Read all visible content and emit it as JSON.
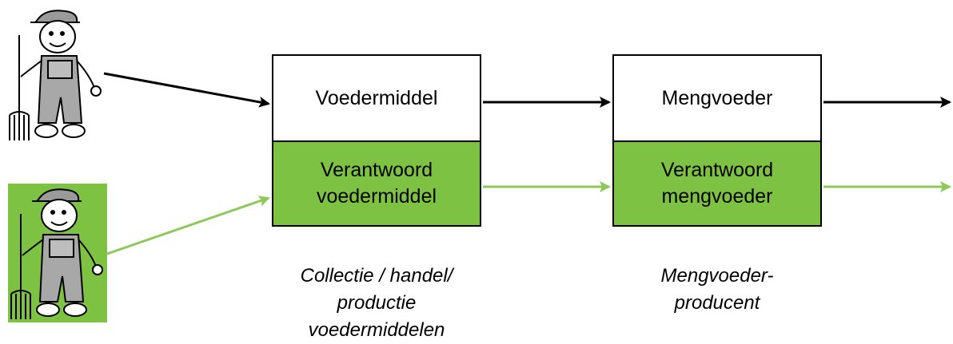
{
  "colors": {
    "green": "#7dc242",
    "arrow_black": "#000000",
    "arrow_green": "#8cc95a",
    "box_border": "#000000"
  },
  "boxes": [
    {
      "top_label": "Voedermiddel",
      "bottom_label": "Verantwoord\nvoedermiddel"
    },
    {
      "top_label": "Mengvoeder",
      "bottom_label": "Verantwoord\nmengvoeder"
    }
  ],
  "captions": [
    "Collectie / handel/\nproductie\nvoedermiddelen",
    "Mengvoeder-\nproducent"
  ],
  "actors": [
    {
      "icon": "farmer-icon",
      "background": "none"
    },
    {
      "icon": "farmer-icon",
      "background": "green"
    }
  ]
}
